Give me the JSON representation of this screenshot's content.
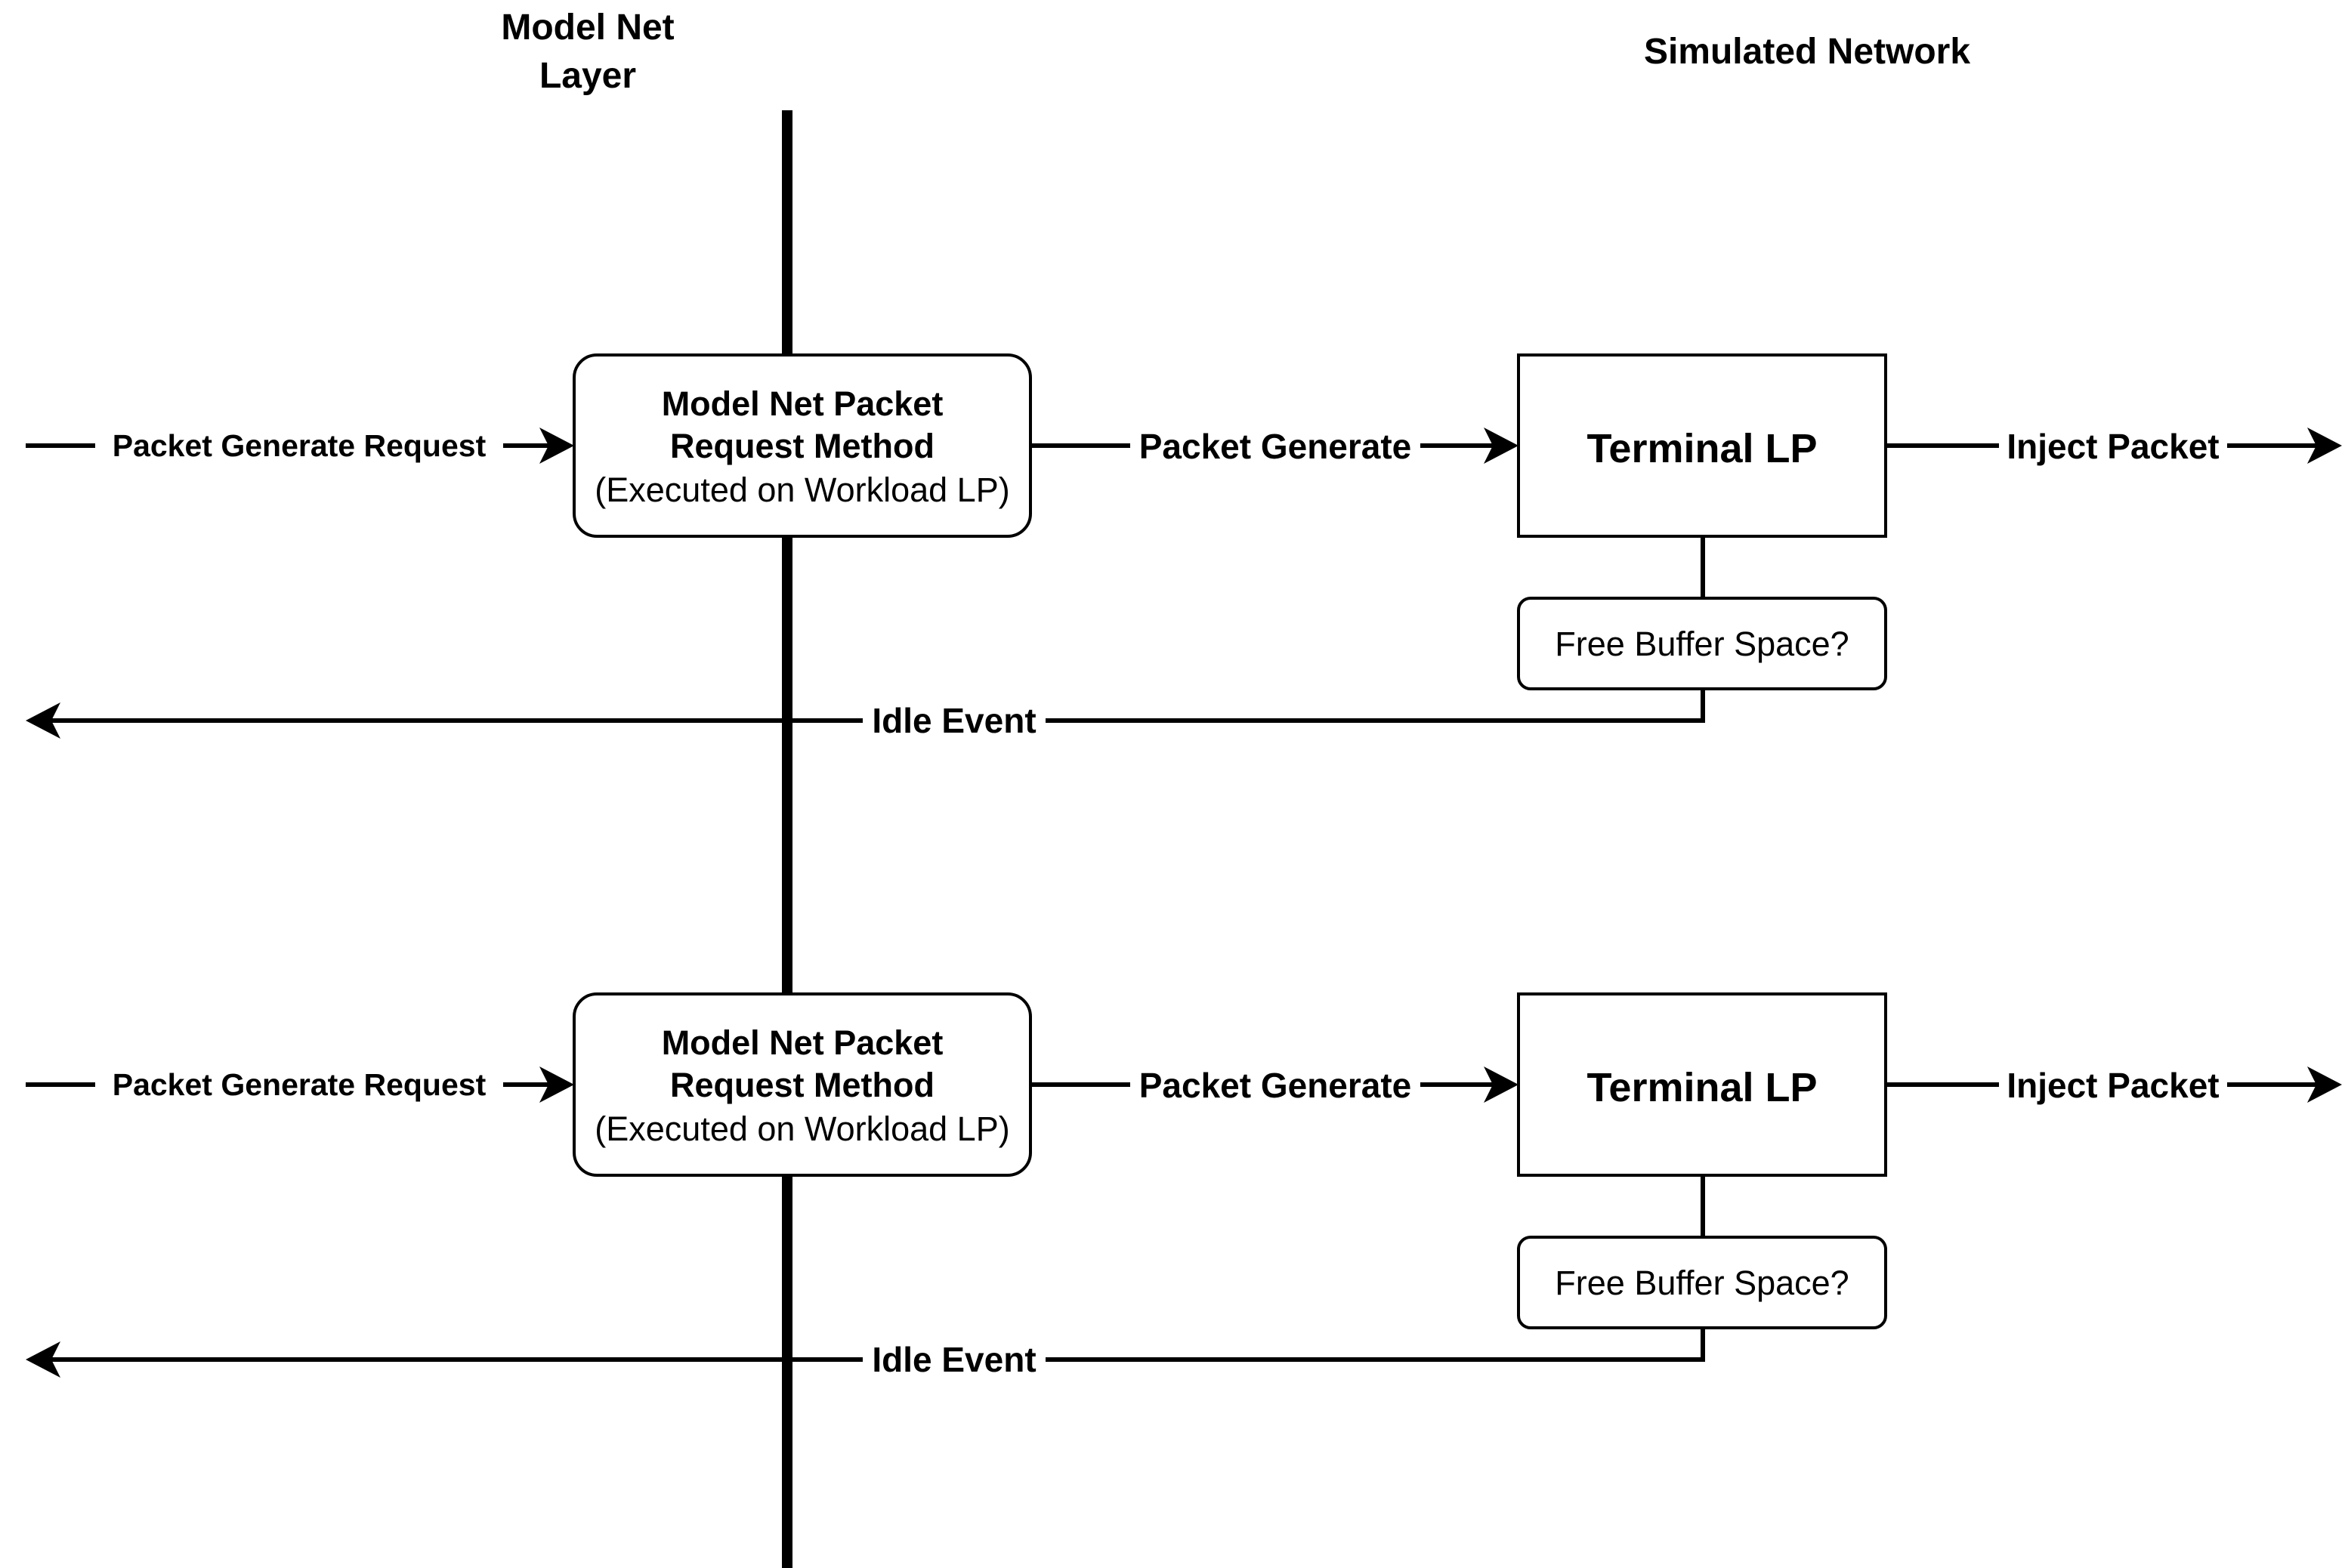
{
  "headers": {
    "left_line1": "Model Net",
    "left_line2": "Layer",
    "right": "Simulated Network"
  },
  "rows": [
    {
      "packet_generate_request": "Packet Generate Request",
      "method_line1": "Model Net Packet",
      "method_line2": "Request Method",
      "method_line3": "(Executed on Workload LP)",
      "packet_generate": "Packet Generate",
      "terminal": "Terminal LP",
      "inject_packet": "Inject Packet",
      "free_buffer": "Free Buffer Space?",
      "idle_event": "Idle Event"
    },
    {
      "packet_generate_request": "Packet Generate Request",
      "method_line1": "Model Net Packet",
      "method_line2": "Request Method",
      "method_line3": "(Executed on Workload LP)",
      "packet_generate": "Packet Generate",
      "terminal": "Terminal LP",
      "inject_packet": "Inject Packet",
      "free_buffer": "Free Buffer Space?",
      "idle_event": "Idle Event"
    }
  ]
}
